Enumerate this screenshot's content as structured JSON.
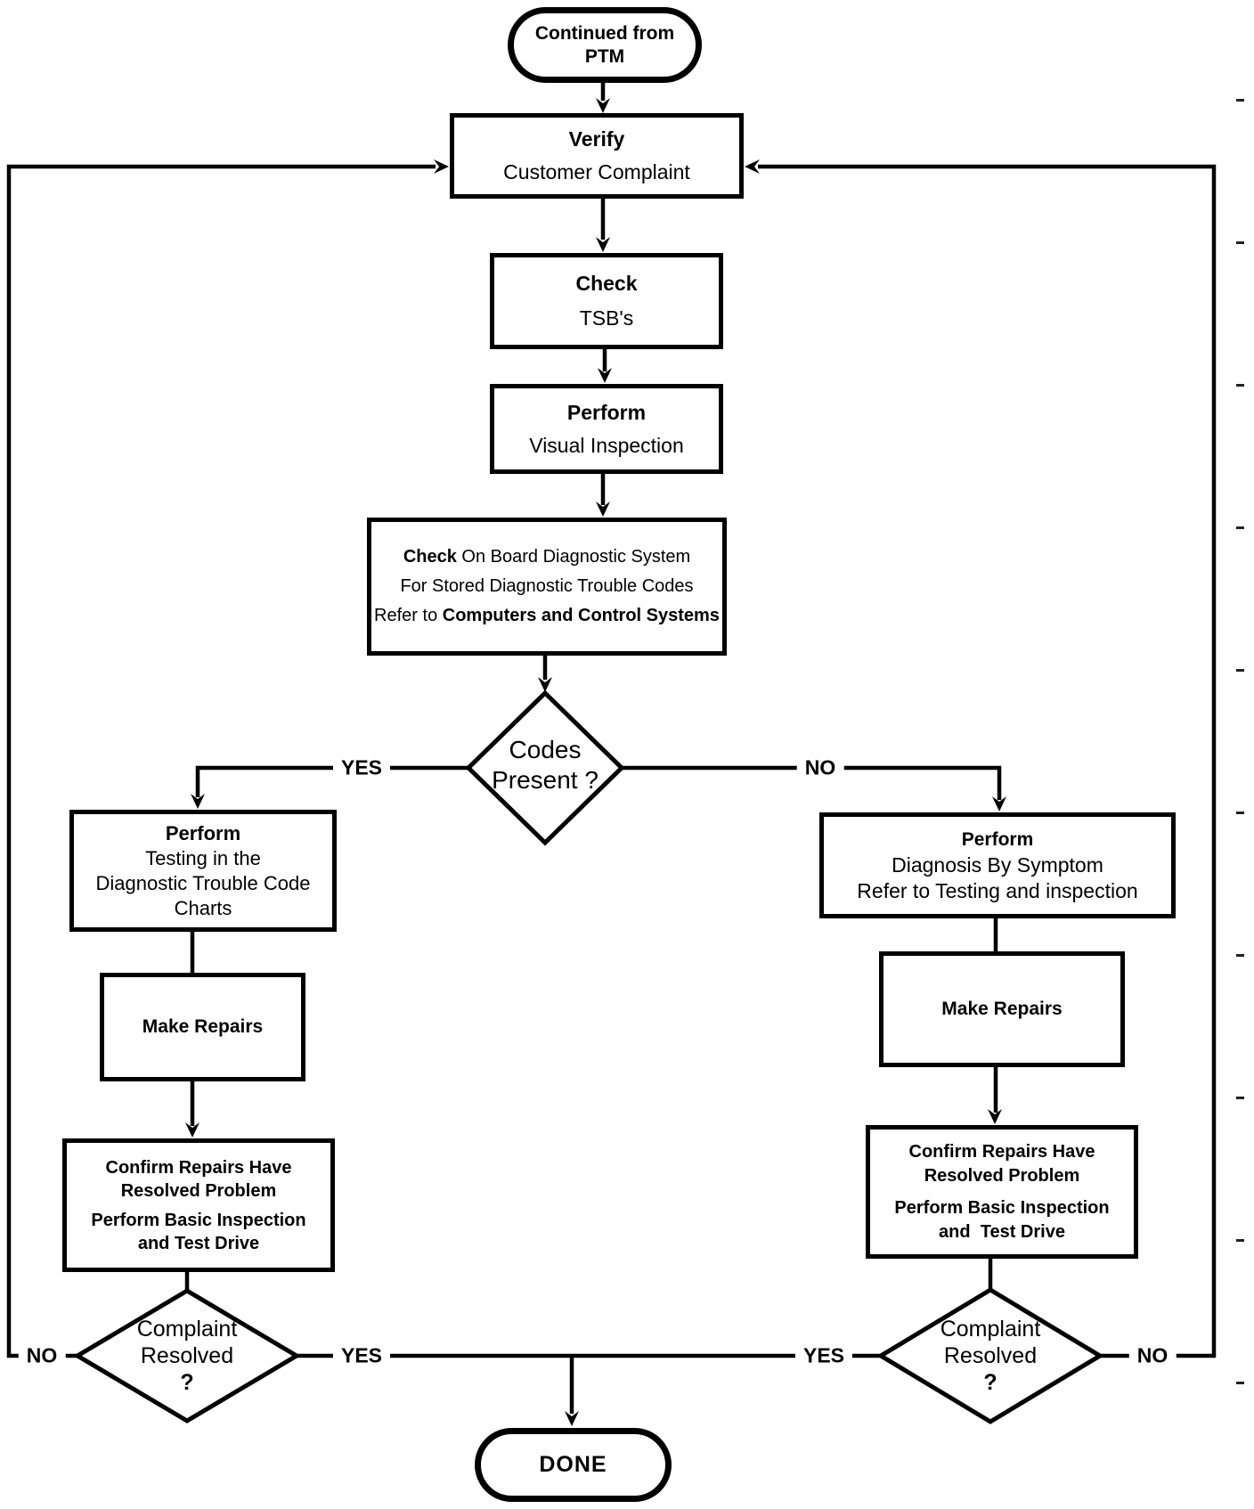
{
  "flowchart": {
    "colors": {
      "ink": "#000000",
      "background": "#ffffff"
    },
    "start": {
      "line1": "Continued from",
      "line2": "PTM"
    },
    "verify": {
      "bold": "Verify",
      "text": "Customer Complaint"
    },
    "check_tsb": {
      "bold": "Check",
      "text": "TSB's"
    },
    "visual_inspection": {
      "bold": "Perform",
      "text": "Visual Inspection"
    },
    "obd_check": {
      "line1_bold": "Check",
      "line1_rest": "On Board Diagnostic System",
      "line2": "For Stored Diagnostic Trouble Codes",
      "line3_pre": "Refer to",
      "line3_bold": "Computers and Control Systems"
    },
    "codes_present": {
      "line1": "Codes",
      "line2": "Present ?"
    },
    "dtc_testing": {
      "bold": "Perform",
      "line2": "Testing in the",
      "line3": "Diagnostic Trouble Code",
      "line4": "Charts"
    },
    "symptom_diagnosis": {
      "bold": "Perform",
      "line2": "Diagnosis By Symptom",
      "line3": "Refer to Testing and inspection"
    },
    "make_repairs_left": {
      "text": "Make Repairs"
    },
    "make_repairs_right": {
      "text": "Make Repairs"
    },
    "confirm_left": {
      "line1": "Confirm Repairs Have",
      "line2": "Resolved Problem",
      "line3": "Perform Basic Inspection",
      "line4": "and Test Drive"
    },
    "confirm_right": {
      "line1": "Confirm Repairs Have",
      "line2": "Resolved Problem",
      "line3": "Perform Basic Inspection",
      "line4": "and  Test Drive"
    },
    "complaint_resolved_left": {
      "line1": "Complaint",
      "line2": "Resolved",
      "line3": "?"
    },
    "complaint_resolved_right": {
      "line1": "Complaint",
      "line2": "Resolved",
      "line3": "?"
    },
    "done": {
      "text": "DONE"
    },
    "labels": {
      "codes_yes": "YES",
      "codes_no": "NO",
      "left_no": "NO",
      "left_yes": "YES",
      "right_yes": "YES",
      "right_no": "NO"
    }
  }
}
